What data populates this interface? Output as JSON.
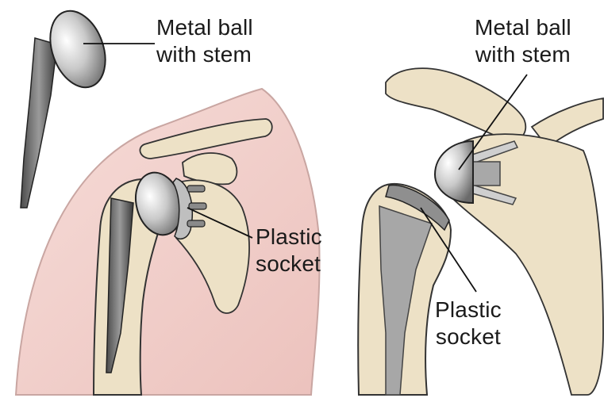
{
  "panels": [
    {
      "id": "left",
      "labels": {
        "ball_line1": "Metal ball",
        "ball_line2": "with stem",
        "socket_line1": "Plastic",
        "socket_line2": "socket"
      }
    },
    {
      "id": "right",
      "labels": {
        "ball_line1": "Metal ball",
        "ball_line2": "with stem",
        "socket_line1": "Plastic",
        "socket_line2": "socket"
      }
    }
  ],
  "colors": {
    "skin": "#f2d3cf",
    "bone": "#ede1c6",
    "bone_shadow": "#d9c7a1",
    "metal_light": "#eeeeee",
    "metal_dark": "#5a5a5a",
    "outline": "#333333"
  }
}
